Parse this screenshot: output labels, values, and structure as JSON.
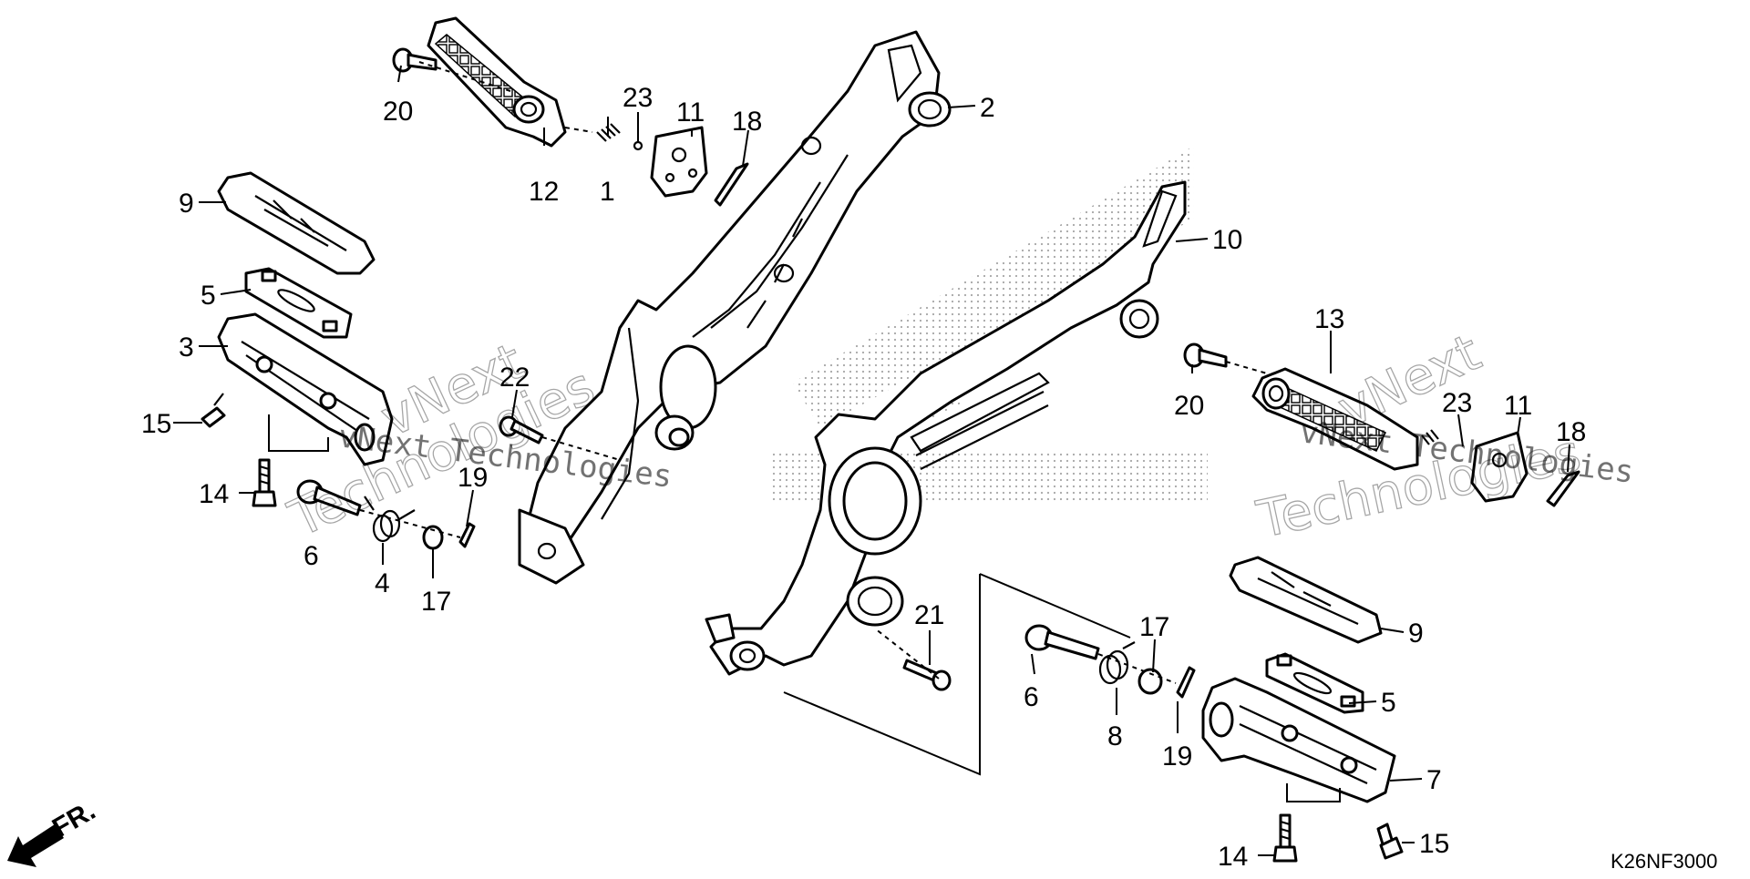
{
  "drawing_code": "K26NF3000",
  "front_indicator": "FR.",
  "watermark": {
    "line1": "vNext Technologies",
    "line2": "Technologies",
    "line3": "vNext"
  },
  "callouts": [
    {
      "id": "c20a",
      "label": "20"
    },
    {
      "id": "c12",
      "label": "12"
    },
    {
      "id": "c1",
      "label": "1"
    },
    {
      "id": "c23a",
      "label": "23"
    },
    {
      "id": "c11a",
      "label": "11"
    },
    {
      "id": "c18a",
      "label": "18"
    },
    {
      "id": "c2",
      "label": "2"
    },
    {
      "id": "c9a",
      "label": "9"
    },
    {
      "id": "c5a",
      "label": "5"
    },
    {
      "id": "c3",
      "label": "3"
    },
    {
      "id": "c15a",
      "label": "15"
    },
    {
      "id": "c14a",
      "label": "14"
    },
    {
      "id": "c22",
      "label": "22"
    },
    {
      "id": "c19a",
      "label": "19"
    },
    {
      "id": "c6a",
      "label": "6"
    },
    {
      "id": "c4",
      "label": "4"
    },
    {
      "id": "c17a",
      "label": "17"
    },
    {
      "id": "c10",
      "label": "10"
    },
    {
      "id": "c13",
      "label": "13"
    },
    {
      "id": "c20b",
      "label": "20"
    },
    {
      "id": "c23b",
      "label": "23"
    },
    {
      "id": "c11b",
      "label": "11"
    },
    {
      "id": "c18b",
      "label": "18"
    },
    {
      "id": "c21",
      "label": "21"
    },
    {
      "id": "c17b",
      "label": "17"
    },
    {
      "id": "c9b",
      "label": "9"
    },
    {
      "id": "c6b",
      "label": "6"
    },
    {
      "id": "c8",
      "label": "8"
    },
    {
      "id": "c19b",
      "label": "19"
    },
    {
      "id": "c5b",
      "label": "5"
    },
    {
      "id": "c7",
      "label": "7"
    },
    {
      "id": "c14b",
      "label": "14"
    },
    {
      "id": "c15b",
      "label": "15"
    }
  ]
}
